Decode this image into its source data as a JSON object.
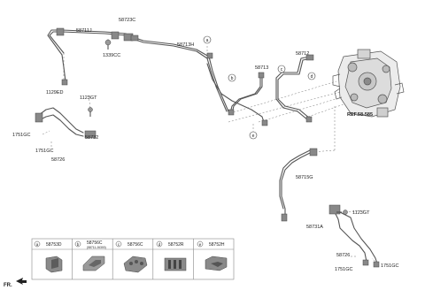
{
  "labels": {
    "p58711J": "58711J",
    "p58723C": "58723C",
    "p1339CC": "1339CC",
    "p58713H": "58713H",
    "p58712": "58712",
    "p58713": "58713",
    "p1129ED": "1129ED",
    "p1123GT_top": "1123GT",
    "p58732": "58732",
    "p1751GC_left": "1751GC",
    "p1751GC_left2": "1751GC",
    "p58726_left": "58726",
    "pREF": "REF.58-585",
    "p58715G": "58715G",
    "p1123GT_bottom": "1123GT",
    "p58731A": "58731A",
    "p58726_right": "58726",
    "p1751GC_right": "1751GC",
    "p1751GC_right2": "1751GC",
    "fr": "FR."
  },
  "callouts": {
    "a": "a",
    "b": "b",
    "c": "c",
    "d": "d",
    "e": "e"
  },
  "legend": [
    {
      "letter": "a",
      "part": "58753D",
      "sub": ""
    },
    {
      "letter": "b",
      "part": "58756C",
      "sub": "(58711-J6300)"
    },
    {
      "letter": "c",
      "part": "58756C",
      "sub": ""
    },
    {
      "letter": "d",
      "part": "58752R",
      "sub": ""
    },
    {
      "letter": "e",
      "part": "58752H",
      "sub": ""
    }
  ]
}
